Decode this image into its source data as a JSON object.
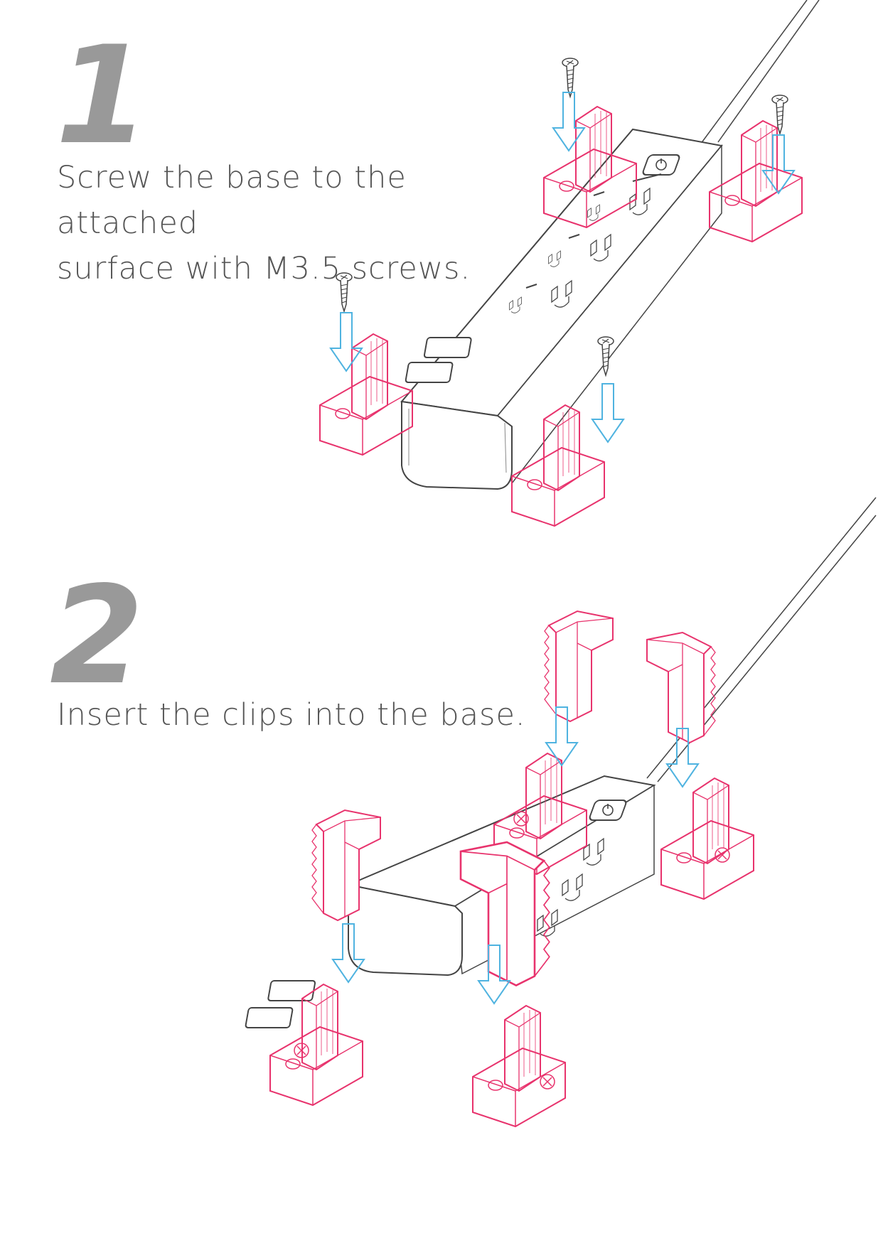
{
  "steps": [
    {
      "number": "1",
      "caption": "Screw the base to the attached\nsurface with M3.5 screws."
    },
    {
      "number": "2",
      "caption": "Insert the clips into the base."
    }
  ],
  "colors": {
    "step_number": "#999999",
    "caption_text": "#555555",
    "outline_gray": "#444444",
    "part_pink": "#e8336d",
    "arrow_blue": "#4fb3e0"
  },
  "icons": [
    "power-button-icon",
    "usb-port-icon",
    "outlet-icon",
    "screw-icon",
    "arrow-down-icon"
  ]
}
